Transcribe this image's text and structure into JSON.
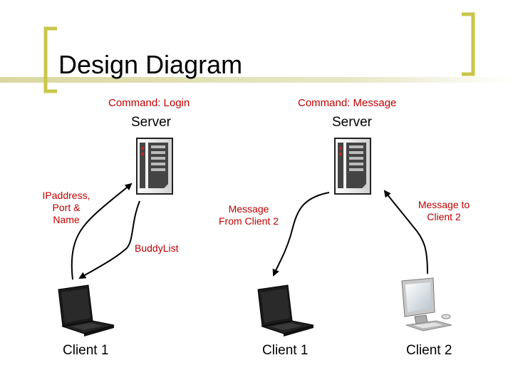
{
  "slide": {
    "title": "Design Diagram",
    "accent_color": "#d4d49a",
    "bracket_color": "#c9c64a"
  },
  "left_panel": {
    "command": "Command: Login",
    "server_label": "Server",
    "note_request": [
      "IPaddress,",
      "Port &",
      "Name"
    ],
    "note_response": "BuddyList",
    "client_label": "Client 1"
  },
  "right_panel": {
    "command": "Command: Message",
    "server_label": "Server",
    "note_incoming": [
      "Message",
      "From Client 2"
    ],
    "note_outgoing": [
      "Message to",
      "Client 2"
    ],
    "client1_label": "Client 1",
    "client2_label": "Client 2"
  },
  "colors": {
    "command_text": "#c00000",
    "arrow": "#000000"
  }
}
